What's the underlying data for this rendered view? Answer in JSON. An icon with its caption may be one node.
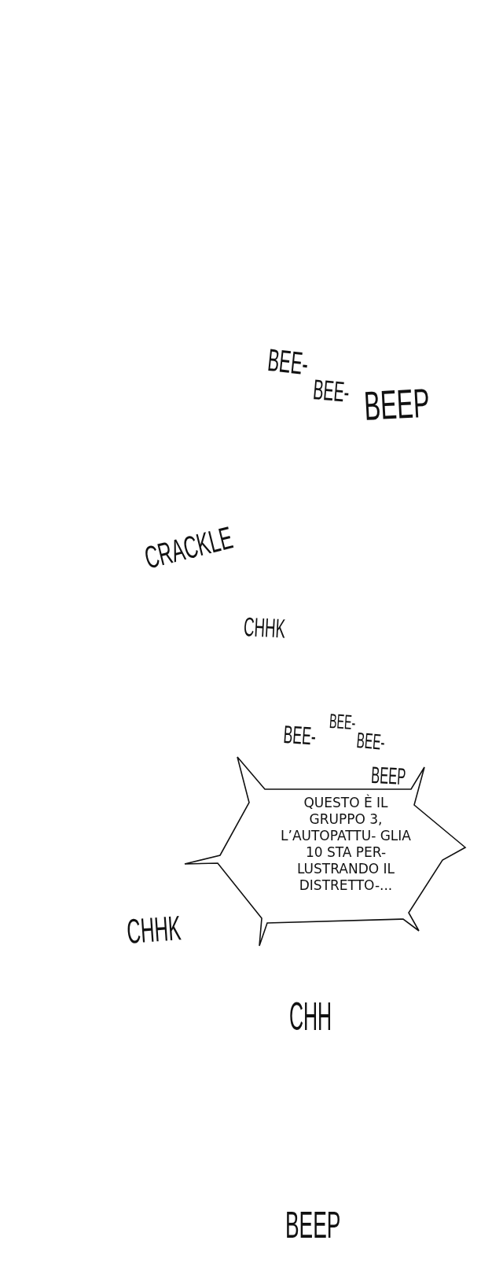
{
  "diagram": {
    "nodes": [
      {
        "text": [
          "QUESTO È IL GRUPPO 3, L’AUTOPATTU- GLIA 10 STA PER- LUSTRANDO IL DISTRETTO-..."
        ]
      }
    ],
    "labels": [
      "BEE-",
      "BEE-",
      "BEEP",
      "CRACKLE",
      "CHHK",
      "BEE-",
      "BEE-",
      "BEE-",
      "BEEP",
      "CHHK",
      "CHH",
      "BEEP"
    ]
  }
}
